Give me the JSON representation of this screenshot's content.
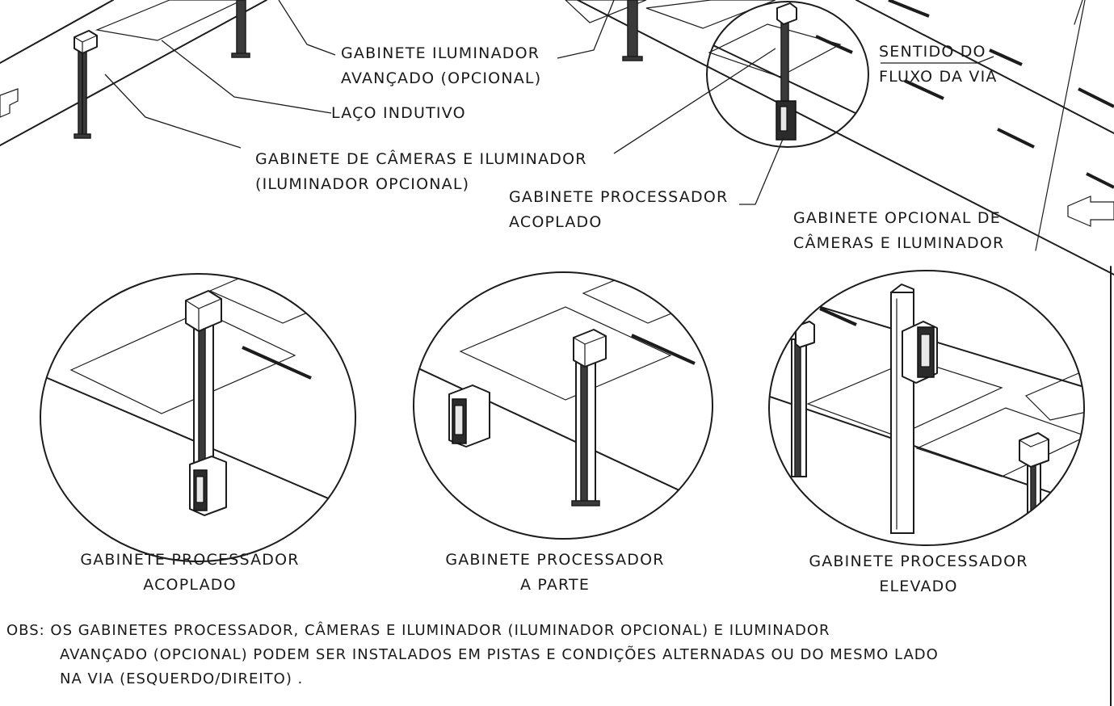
{
  "labels": {
    "advanced_illuminator": [
      "GABINETE ILUMINADOR",
      "AVANÇADO (OPCIONAL)"
    ],
    "inductive_loop": "LAÇO INDUTIVO",
    "camera_cabinet": [
      "GABINETE DE CÂMERAS E ILUMINADOR",
      "(ILUMINADOR OPCIONAL)"
    ],
    "flow_direction": [
      "SENTIDO DO",
      "FLUXO DA VIA"
    ],
    "coupled_processor": [
      "GABINETE PROCESSADOR",
      "ACOPLADO"
    ],
    "optional_camera_cabinet": [
      "GABINETE OPCIONAL DE",
      "CÂMERAS E ILUMINADOR"
    ]
  },
  "details": [
    {
      "caption": [
        "GABINETE PROCESSADOR",
        "ACOPLADO"
      ]
    },
    {
      "caption": [
        "GABINETE PROCESSADOR",
        "A PARTE"
      ]
    },
    {
      "caption": [
        "GABINETE PROCESSADOR",
        "ELEVADO"
      ]
    }
  ],
  "note": [
    "OBS: OS GABINETES  PROCESSADOR, CÂMERAS  E ILUMINADOR (ILUMINADOR OPCIONAL) E ILUMINADOR",
    "AVANÇADO (OPCIONAL) PODEM SER INSTALADOS EM PISTAS E CONDIÇÕES ALTERNADAS OU DO MESMO LADO",
    "NA VIA (ESQUERDO/DIREITO) ."
  ]
}
